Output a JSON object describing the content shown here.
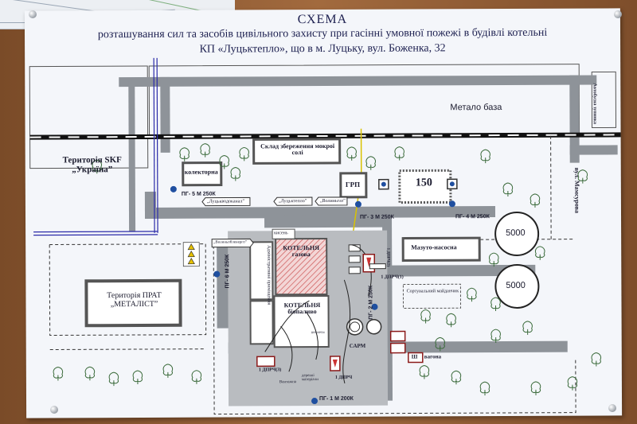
{
  "title": {
    "line1": "СХЕМА",
    "line2": "розташування сил та засобів цивільного захисту  при гасінні умовної пожежі в будівлі котельні",
    "line3": "КП «Луцьктепло», що в м. Луцьку, вул. Боженка, 32"
  },
  "labels": {
    "metal_base": "Метало база",
    "bus_stop": "Автобусна зупинка",
    "skf_territory": "Територія SKF „Україна”",
    "salt_storage": "Склад збереження мокрої солі",
    "collector": "колекторна",
    "grp": "ГРП",
    "tank_150": "150",
    "street_mamsurova": "вул. Мамсурова",
    "pg5": "ПГ- 5 М 250К",
    "pg3": "ПГ- 3 М 250К",
    "pg4": "ПГ- 4 М 250К",
    "pg6": "ПГ- 6 М 250К",
    "pg2": "ПГ- 2 М 250К",
    "pg1": "ПГ- 1 М 200К",
    "sign_lutskvodokanal": "„Луцькводоканал”",
    "sign_lutskteplo": "„Луцьктепло”",
    "sign_volynhaz": "„Волиньгаз”",
    "sign_volynoblenergo": "„Волиньобленерго”",
    "oxygen": "кисень",
    "boiler_gas": "КОТЕЛЬНЯ газова",
    "admin_building": "Адміністративні приміщення",
    "boiler_bio": "КОТЕЛЬНЯ біопаливо",
    "mazut_station": "Мазуто-насосна",
    "sorting_site": "Сортувальний майданчик",
    "tank_5000_a": "5000",
    "tank_5000_b": "5000",
    "territory_pat": "Територія ПРАТ „МЕТАЛІСТ”",
    "dprch1": "1 ДПРЧ(1)",
    "dprch1b": "1 ДПРЧ",
    "dprch3": "1 ДПРЧ(3)",
    "dprch_vert": "1 ДПРЧ(2)",
    "sarm": "САРМ",
    "vagona": "вагона",
    "sh": "Ш",
    "vantazhno": "Вантажна",
    "material": "деревні матеріали",
    "fuel": "пеллети"
  }
}
